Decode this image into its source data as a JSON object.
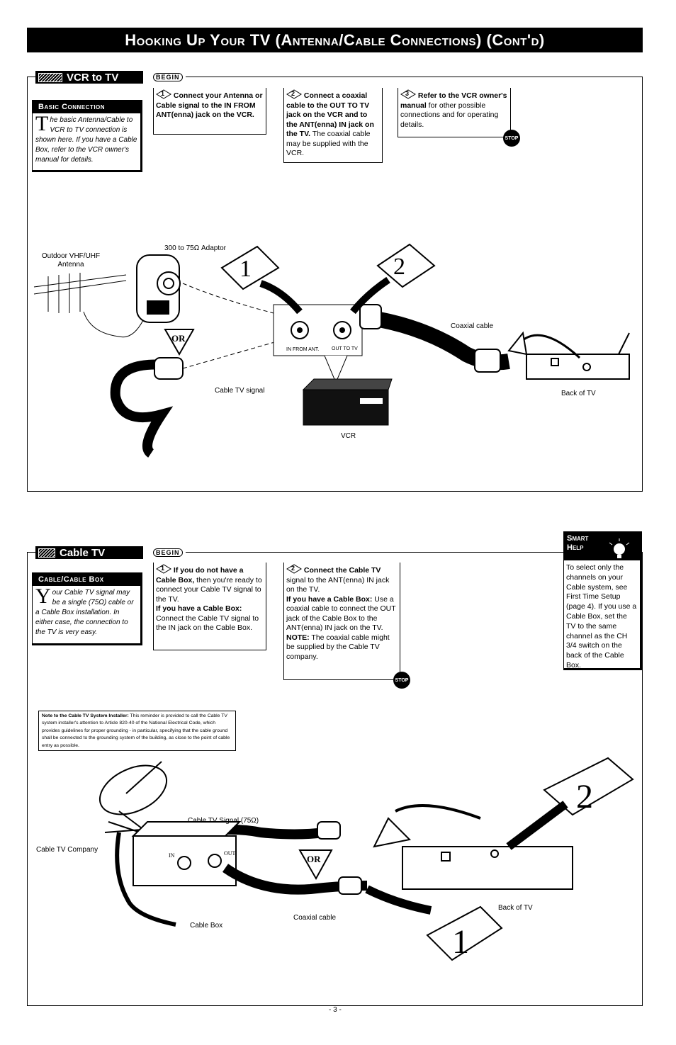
{
  "page_title": "Hooking Up Your TV (Antenna/Cable Connections) (Cont'd)",
  "begin_label": "BEGIN",
  "vcr_section": {
    "heading": "VCR to TV",
    "sidebar": {
      "heading": "Basic Connection",
      "dropcap": "T",
      "text": "he basic Antenna/Cable to VCR to TV connection is shown here. If you have a Cable Box, refer to the VCR owner's manual for details."
    },
    "steps": [
      {
        "num": "1",
        "bold": "Connect your Antenna or Cable signal to the IN FROM ANT(enna) jack on the VCR.",
        "normal": ""
      },
      {
        "num": "2",
        "bold": "Connect a coaxial cable to the OUT TO TV jack on the VCR and to the ANT(enna) IN jack on the TV.",
        "normal": "The coaxial cable may be supplied with the VCR."
      },
      {
        "num": "3",
        "bold": "Refer to the VCR owner's manual",
        "normal": " for other possible connections and for operating details."
      }
    ],
    "labels": {
      "antenna": "Outdoor VHF/UHF\nAntenna",
      "adaptor": "300 to 75Ω Adaptor",
      "or": "OR",
      "cable_signal": "Cable TV signal",
      "coaxial": "Coaxial cable",
      "in_from_ant": "IN FROM ANT.",
      "out_to_tv": "OUT TO TV",
      "vcr": "VCR",
      "back_of_tv": "Back of TV",
      "callout_1": "1",
      "callout_2": "2"
    }
  },
  "cable_section": {
    "heading": "Cable TV",
    "sidebar": {
      "heading": "Cable/Cable Box",
      "dropcap": "Y",
      "text": "our Cable TV signal may be a single (75Ω) cable or a Cable Box installation. In either case, the connection to the TV is very easy."
    },
    "step1": {
      "num": "1",
      "bold1": "If you do not have a Cable Box,",
      "normal1": " then you're ready to connect your Cable TV signal to the TV.",
      "bold2": "If you have a Cable Box:",
      "normal2": " Connect the Cable TV signal to the IN jack on the Cable Box."
    },
    "step2": {
      "num": "2",
      "bold1": "Connect the Cable TV",
      "normal1": " signal to the ANT(enna) IN jack on the TV.",
      "bold2": "If you have a Cable Box:",
      "normal2": " Use a coaxial cable to connect the OUT jack of the Cable Box to the ANT(enna) IN jack on the TV.",
      "bold3": "NOTE:",
      "normal3": " The coaxial cable might be supplied by the Cable TV company."
    },
    "smart_help": {
      "heading_line1": "Smart",
      "heading_line2": "Help",
      "text": "To select only the channels on your Cable system, see First Time Setup (page 4). If you use a Cable Box, set the TV to the same channel as the CH 3/4 switch on the back of the Cable Box."
    },
    "note": {
      "bold": "Note to the Cable TV System Installer:",
      "text": " This reminder is provided to call the Cable TV system installer's attention to Article 820-40 of the National Electrical Code, which provides guidelines for proper grounding - in particular, specifying that the cable ground shall be connected to the grounding system of the building, as close to the point of cable entry as possible."
    },
    "labels": {
      "cable_company": "Cable TV Company",
      "cable_signal": "Cable TV Signal (75Ω)",
      "or": "OR",
      "in": "IN",
      "out": "OUT",
      "cable_box": "Cable Box",
      "coaxial": "Coaxial cable",
      "back_of_tv": "Back of TV",
      "callout_1": "1",
      "callout_2": "2"
    }
  },
  "stop_label": "STOP",
  "page_number": "- 3 -"
}
